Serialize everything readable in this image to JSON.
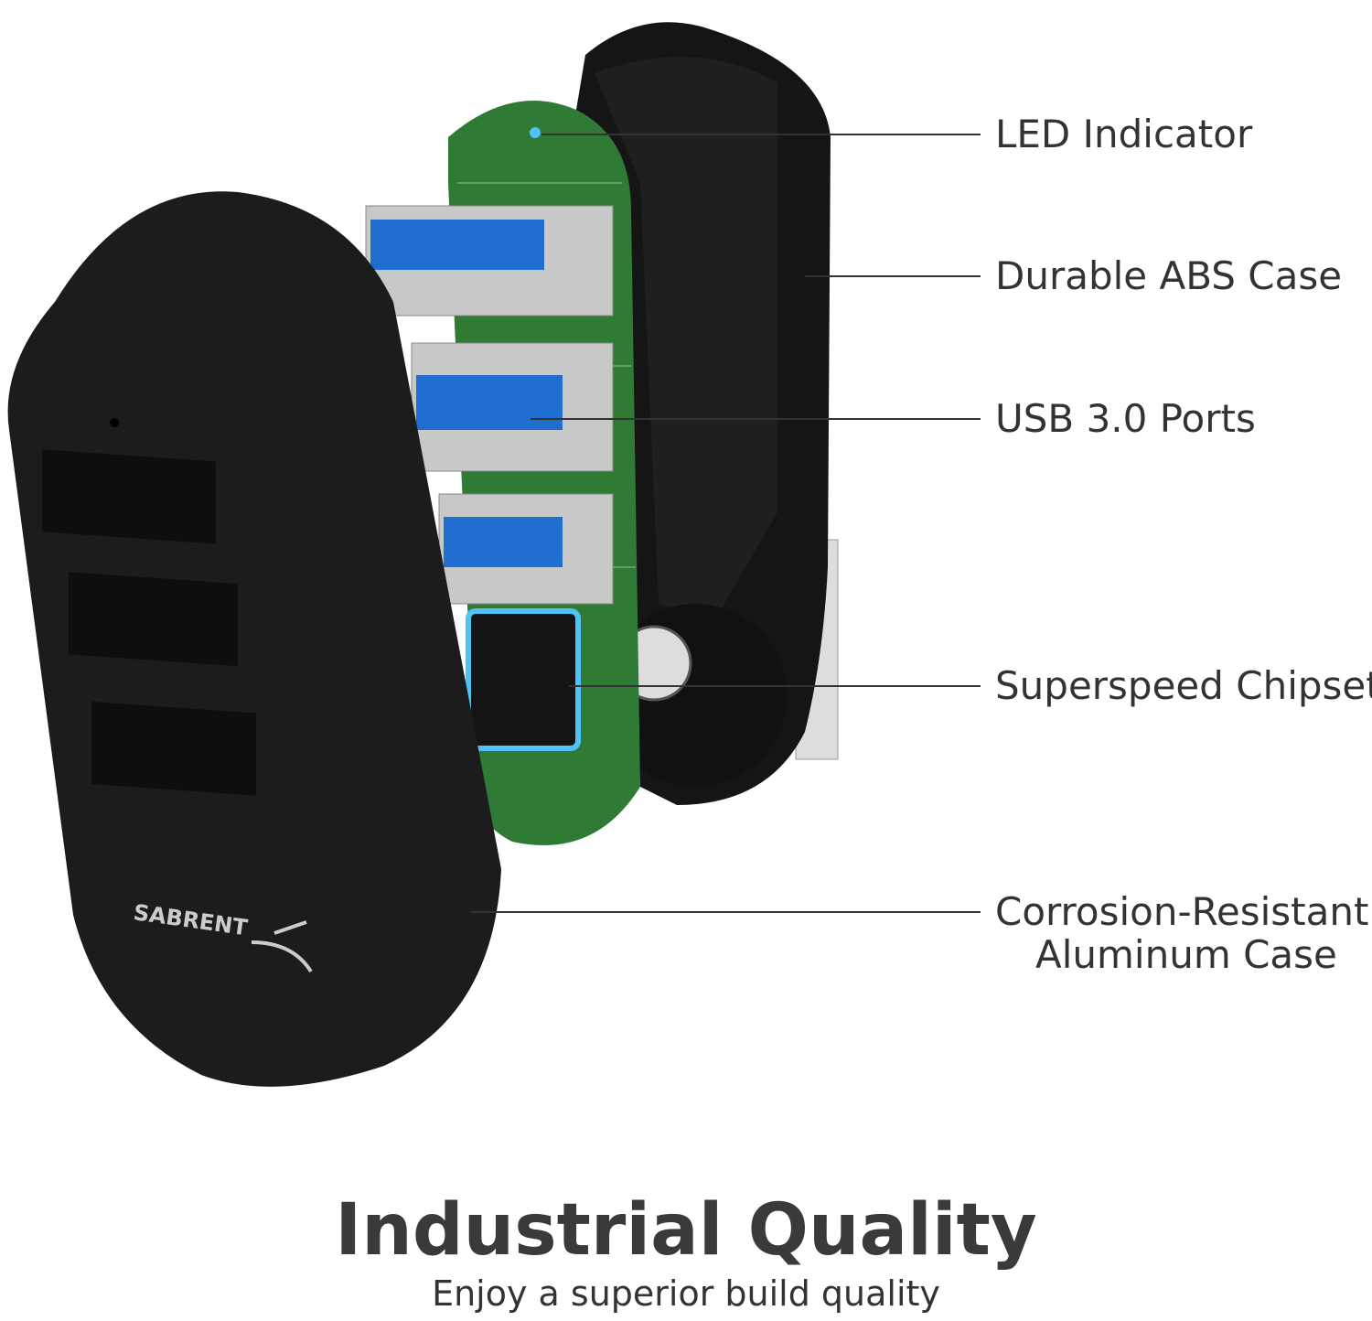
{
  "callouts": {
    "led": "LED Indicator",
    "abs_case": "Durable ABS Case",
    "usb_ports": "USB 3.0 Ports",
    "chipset": "Superspeed Chipset",
    "aluminum_line1": "Corrosion-Resistant",
    "aluminum_line2": "Aluminum Case"
  },
  "heading": {
    "title": "Industrial Quality",
    "subtitle": "Enjoy a superior build quality"
  },
  "logo_text": "SABRENT",
  "colors": {
    "case": "#1c1c1c",
    "pcb": "#2f7a35",
    "usb_blue": "#1e6fd0",
    "glow": "#4fc3f7",
    "text": "#333333"
  }
}
